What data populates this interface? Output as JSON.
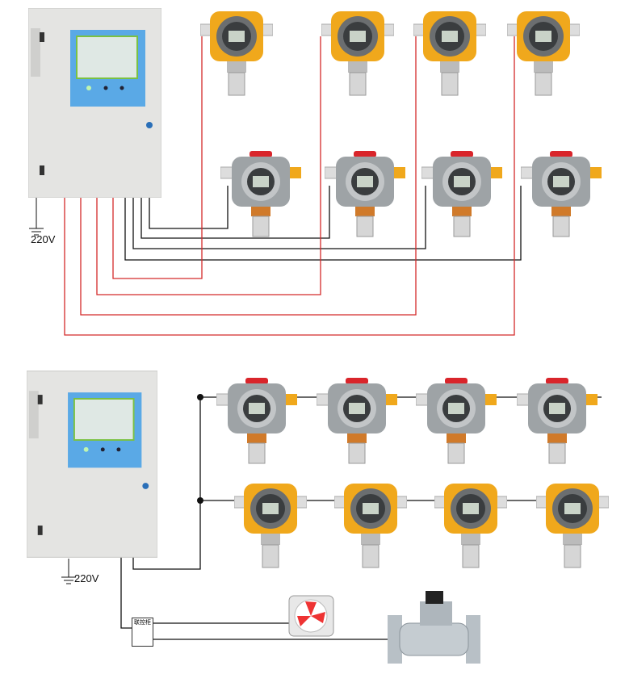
{
  "labels": {
    "power_top": "220V",
    "power_bottom": "220V",
    "relay_box": "联控柜"
  },
  "colors": {
    "signal_wire": "#111111",
    "power_wire": "#d42a2a",
    "panel": "#e4e4e2",
    "screen_frame": "#5aa9e6",
    "detector_yellow": "#f0a81c",
    "detector_gray": "#9ea3a6",
    "alarm_red": "#d9252b"
  },
  "top_system": {
    "controller": "gas-alarm-controller",
    "detectors_row1": [
      "yellow-detector",
      "yellow-detector",
      "yellow-detector",
      "yellow-detector"
    ],
    "detectors_row2": [
      "gray-detector",
      "gray-detector",
      "gray-detector",
      "gray-detector"
    ],
    "wiring": "star"
  },
  "bottom_system": {
    "controller": "gas-alarm-controller",
    "detectors_row1": [
      "gray-detector",
      "gray-detector",
      "gray-detector",
      "gray-detector"
    ],
    "detectors_row2": [
      "yellow-detector",
      "yellow-detector",
      "yellow-detector",
      "yellow-detector"
    ],
    "wiring": "bus",
    "outputs": [
      "exhaust-fan",
      "solenoid-valve"
    ]
  }
}
